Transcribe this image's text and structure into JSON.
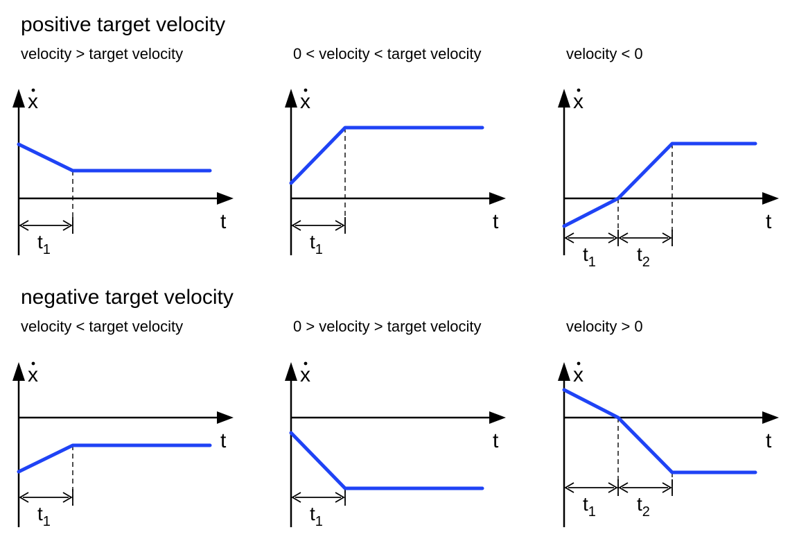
{
  "colors": {
    "profile": "#1F43F5",
    "axis": "#000000",
    "text": "#000000"
  },
  "sections": [
    {
      "title": "positive target velocity",
      "panels": [
        {
          "title": "velocity > target velocity",
          "y_label": "x",
          "y_label_has_dot": true,
          "x_label": "t",
          "intervals": [
            {
              "base": "t",
              "sub": "1"
            }
          ],
          "profile": {
            "start": 0.78,
            "kink1": 0.4,
            "end": 0.4
          }
        },
        {
          "title": "0 < velocity < target velocity",
          "y_label": "x",
          "y_label_has_dot": true,
          "x_label": "t",
          "intervals": [
            {
              "base": "t",
              "sub": "1"
            }
          ],
          "profile": {
            "start": 0.22,
            "kink1": 1.02,
            "end": 1.02
          }
        },
        {
          "title": "velocity < 0",
          "y_label": "x",
          "y_label_has_dot": true,
          "x_label": "t",
          "intervals": [
            {
              "base": "t",
              "sub": "1"
            },
            {
              "base": "t",
              "sub": "2"
            }
          ],
          "profile": {
            "start": -0.4,
            "kink1": 0.0,
            "kink2": 0.79,
            "end": 0.79
          }
        }
      ]
    },
    {
      "title": "negative target velocity",
      "panels": [
        {
          "title": "velocity < target velocity",
          "y_label": "x",
          "y_label_has_dot": true,
          "x_label": "t",
          "intervals": [
            {
              "base": "t",
              "sub": "1"
            }
          ],
          "profile": {
            "start": -0.78,
            "kink1": -0.4,
            "end": -0.4
          }
        },
        {
          "title": "0 > velocity > target velocity",
          "y_label": "x",
          "y_label_has_dot": true,
          "x_label": "t",
          "intervals": [
            {
              "base": "t",
              "sub": "1"
            }
          ],
          "profile": {
            "start": -0.22,
            "kink1": -1.02,
            "end": -1.02
          }
        },
        {
          "title": "velocity > 0",
          "y_label": "x",
          "y_label_has_dot": true,
          "x_label": "t",
          "intervals": [
            {
              "base": "t",
              "sub": "1"
            },
            {
              "base": "t",
              "sub": "2"
            }
          ],
          "profile": {
            "start": 0.4,
            "kink1": 0.0,
            "kink2": -0.79,
            "end": -0.79
          }
        }
      ]
    }
  ]
}
